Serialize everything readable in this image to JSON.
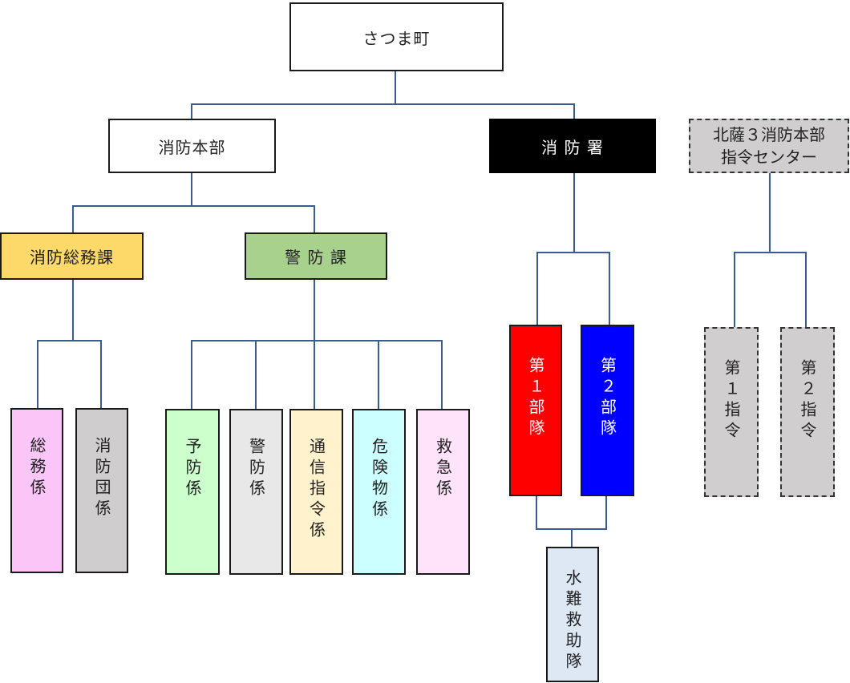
{
  "nodes": {
    "satsuma_town": "さつま町",
    "fire_hq": "消防本部",
    "fire_station": "消 防 署",
    "hokusatsu_center": "北薩３消防本部\n指令センター",
    "general_affairs_div": "消防総務課",
    "prevention_div": "警 防 課",
    "general_affairs_sec": "総務係",
    "fire_corps_sec": "消防団係",
    "prevention_sec": "予防係",
    "guard_sec": "警防係",
    "comm_command_sec": "通信指令係",
    "hazmat_sec": "危険物係",
    "rescue_sec": "救急係",
    "unit_1": "第１部隊",
    "unit_2": "第２部隊",
    "water_rescue": "水難救助隊",
    "command_1": "第１指令",
    "command_2": "第２指令"
  },
  "colors": {
    "line": "#3a5b94",
    "general_affairs_div": "#fdd96a",
    "prevention_div": "#a9d18e",
    "fire_station": "#000000",
    "general_affairs_sec": "#f9c6f7",
    "fire_corps_sec": "#cfcdcd",
    "prevention_sec": "#ccffcc",
    "guard_sec": "#e8e8e8",
    "comm_command_sec": "#fff2cc",
    "hazmat_sec": "#ccffff",
    "rescue_sec": "#ffe3fb",
    "unit_1": "#ff0000",
    "unit_2": "#0000ff",
    "water_rescue": "#dde8f4",
    "dispatch_grey": "#d0cece"
  }
}
